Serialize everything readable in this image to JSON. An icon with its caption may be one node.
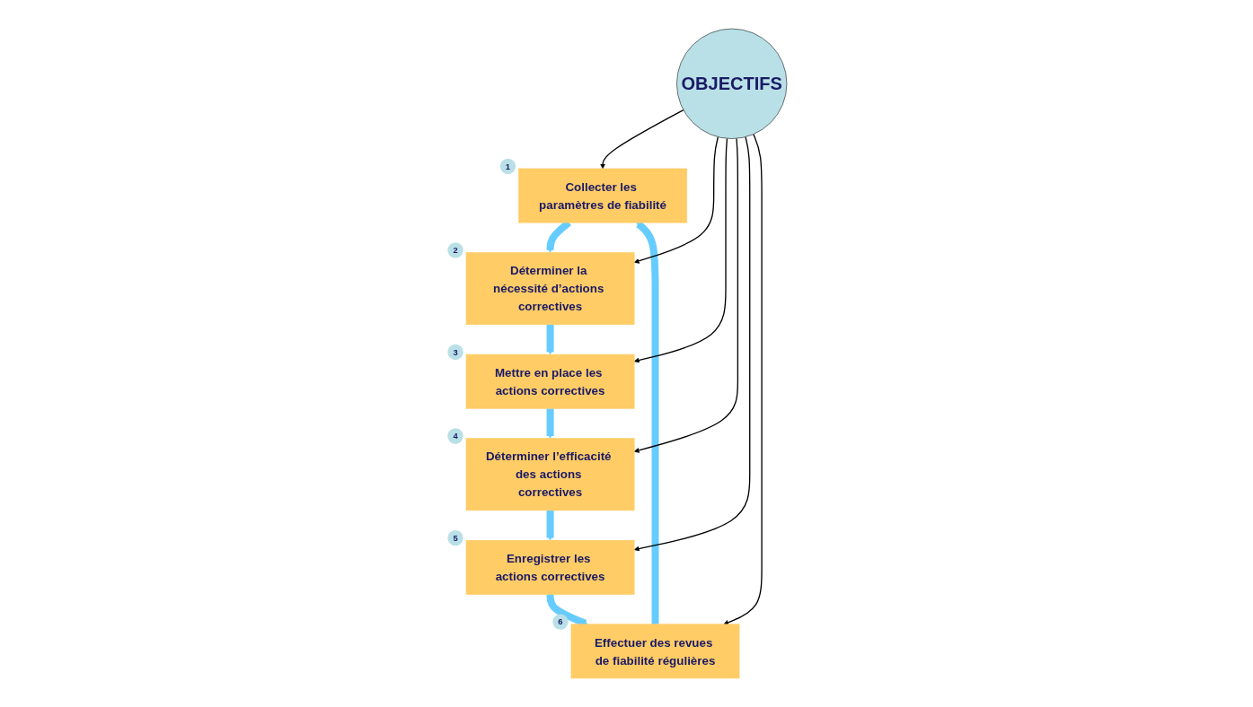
{
  "diagram": {
    "nodes": [
      {
        "text": [
          "Collecter les paramètres de fiabilité"
        ],
        "beside": [
          "1"
        ]
      },
      {
        "text": [
          "Déterminer la nécessité d’actions correctives"
        ],
        "beside": [
          "2"
        ]
      },
      {
        "text": [
          "Mettre en place les actions correctives"
        ],
        "beside": [
          "3"
        ]
      },
      {
        "text": [
          "Déterminer l’efficacité des actions correctives"
        ],
        "beside": [
          "4"
        ]
      },
      {
        "text": [
          "Enregistrer les actions correctives"
        ],
        "beside": [
          "5"
        ]
      },
      {
        "text": [
          "Effectuer des revues de fiabilité régulières"
        ],
        "beside": [
          "6"
        ]
      },
      {
        "text": [
          "OBJECTIFS"
        ]
      }
    ],
    "edges": [
      {
        "from": 0,
        "to": 1,
        "arrow": "to",
        "style": "thick",
        "color": "#66ccff"
      },
      {
        "from": 1,
        "to": 2,
        "arrow": "to",
        "style": "thick",
        "color": "#66ccff"
      },
      {
        "from": 2,
        "to": 3,
        "arrow": "to",
        "style": "thick",
        "color": "#66ccff"
      },
      {
        "from": 3,
        "to": 4,
        "arrow": "to",
        "style": "thick",
        "color": "#66ccff"
      },
      {
        "from": 4,
        "to": 5,
        "arrow": "to",
        "style": "thick",
        "color": "#66ccff"
      },
      {
        "from": 5,
        "to": 0,
        "arrow": "to",
        "style": "thick",
        "color": "#66ccff"
      },
      {
        "from": 6,
        "to": 0,
        "arrow": "to",
        "color": "#000000"
      },
      {
        "from": 6,
        "to": 1,
        "arrow": "to",
        "color": "#000000"
      },
      {
        "from": 6,
        "to": 2,
        "arrow": "to",
        "color": "#000000"
      },
      {
        "from": 6,
        "to": 3,
        "arrow": "to",
        "color": "#000000"
      },
      {
        "from": 6,
        "to": 4,
        "arrow": "to",
        "color": "#000000"
      },
      {
        "from": 6,
        "to": 5,
        "arrow": "to",
        "color": "#000000"
      }
    ]
  }
}
